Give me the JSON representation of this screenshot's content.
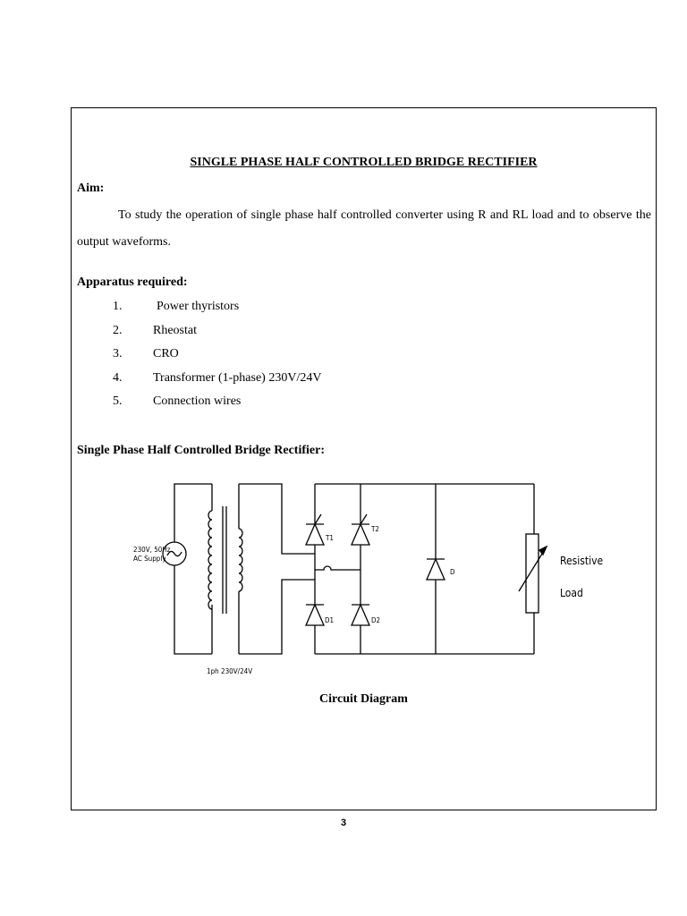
{
  "title": "SINGLE PHASE HALF CONTROLLED BRIDGE RECTIFIER",
  "aim": {
    "heading": "Aim:",
    "text": "To study the operation of single phase half controlled converter using R and RL load and to observe the output waveforms."
  },
  "apparatus": {
    "heading": "Apparatus required:",
    "items": [
      {
        "num": "1.",
        "text": "Power thyristors"
      },
      {
        "num": "2.",
        "text": "Rheostat"
      },
      {
        "num": "3.",
        "text": "CRO"
      },
      {
        "num": "4.",
        "text": "Transformer (1-phase) 230V/24V"
      },
      {
        "num": "5.",
        "text": "Connection wires"
      }
    ]
  },
  "section_heading": "Single Phase Half Controlled Bridge Rectifier:",
  "circuit": {
    "supply_label_line1": "230V, 50Hz",
    "supply_label_line2": "AC Supply",
    "transformer_label": "1ph 230V/24V",
    "t1": "T1",
    "t2": "T2",
    "d1": "D1",
    "d2": "D2",
    "fd": "D",
    "load_line1": "Resistive",
    "load_line2": "Load"
  },
  "caption": "Circuit Diagram",
  "page_number": "3"
}
